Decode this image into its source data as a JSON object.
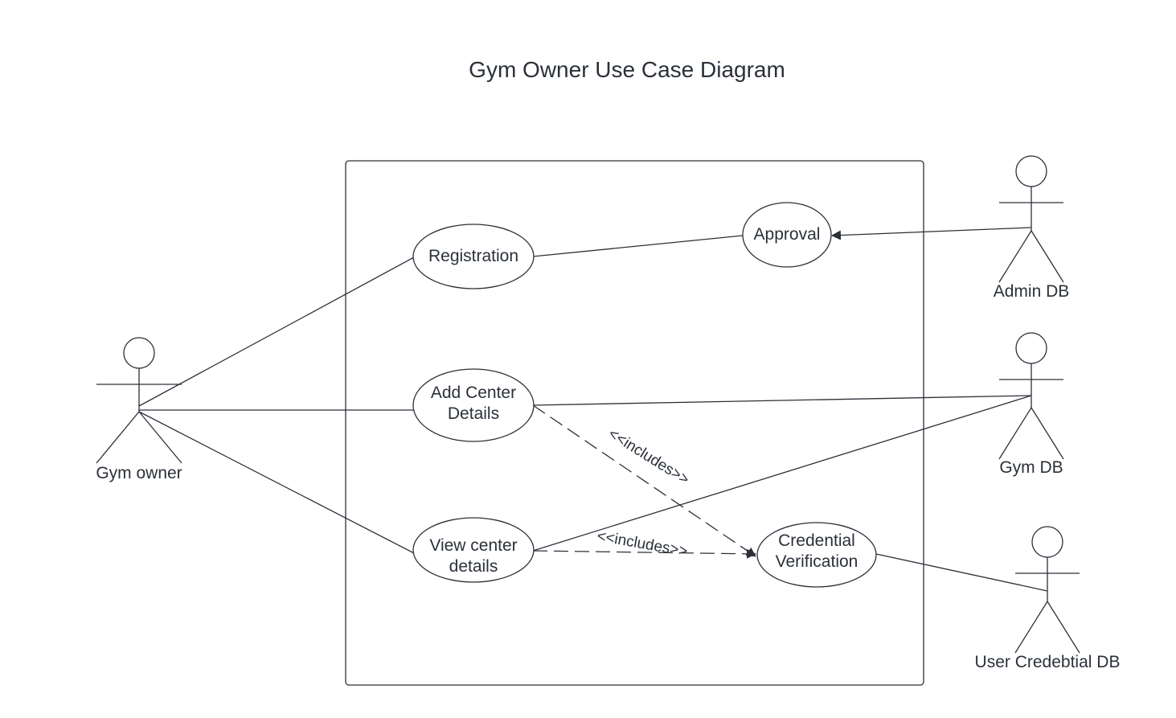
{
  "title": "Gym Owner Use Case Diagram",
  "actors": {
    "gym_owner": "Gym owner",
    "admin_db": "Admin DB",
    "gym_db": "Gym DB",
    "user_cred_db": "User Credebtial DB"
  },
  "use_cases": {
    "registration": "Registration",
    "approval": "Approval",
    "add_center_1": "Add Center",
    "add_center_2": "Details",
    "view_center_1": "View center",
    "view_center_2": "details",
    "cred_1": "Credential",
    "cred_2": "Verification"
  },
  "relations": {
    "includes_1": "<<includes>>",
    "includes_2": "<<includes>>"
  },
  "colors": {
    "stroke": "#2b3039",
    "background": "#ffffff"
  }
}
